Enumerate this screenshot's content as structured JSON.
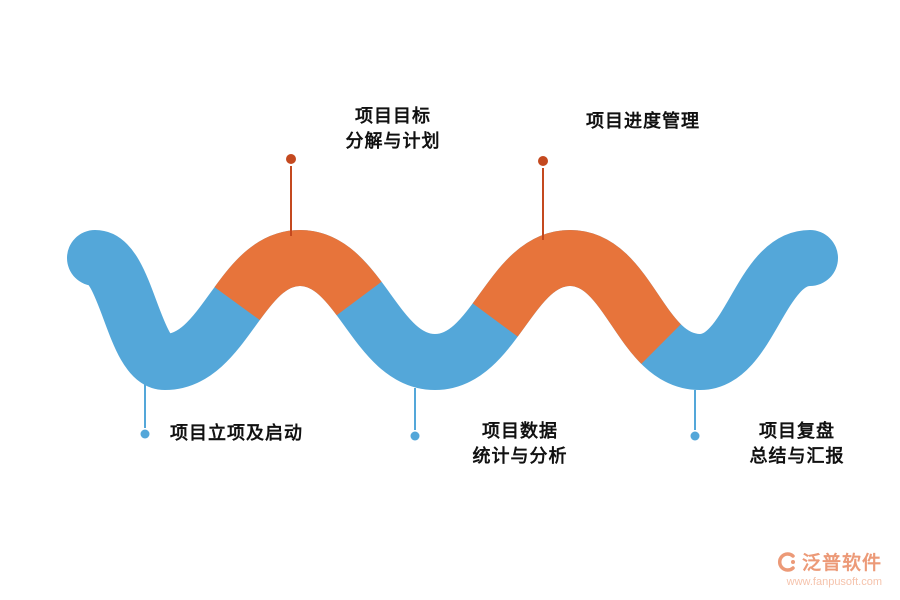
{
  "labels": {
    "goal": {
      "line1": "项目目标",
      "line2": "分解与计划"
    },
    "progress": {
      "line1": "项目进度管理"
    },
    "init": {
      "line1": "项目立项及启动"
    },
    "data": {
      "line1": "项目数据",
      "line2": "统计与分析"
    },
    "review": {
      "line1": "项目复盘",
      "line2": "总结与汇报"
    }
  },
  "logo": {
    "name": "泛普软件",
    "url": "www.fanpusoft.com"
  },
  "colors": {
    "wave_blue": "#54A7D9",
    "wave_orange": "#E7743B",
    "pin_top": "#C4491F",
    "pin_bottom": "#54A7D9"
  }
}
